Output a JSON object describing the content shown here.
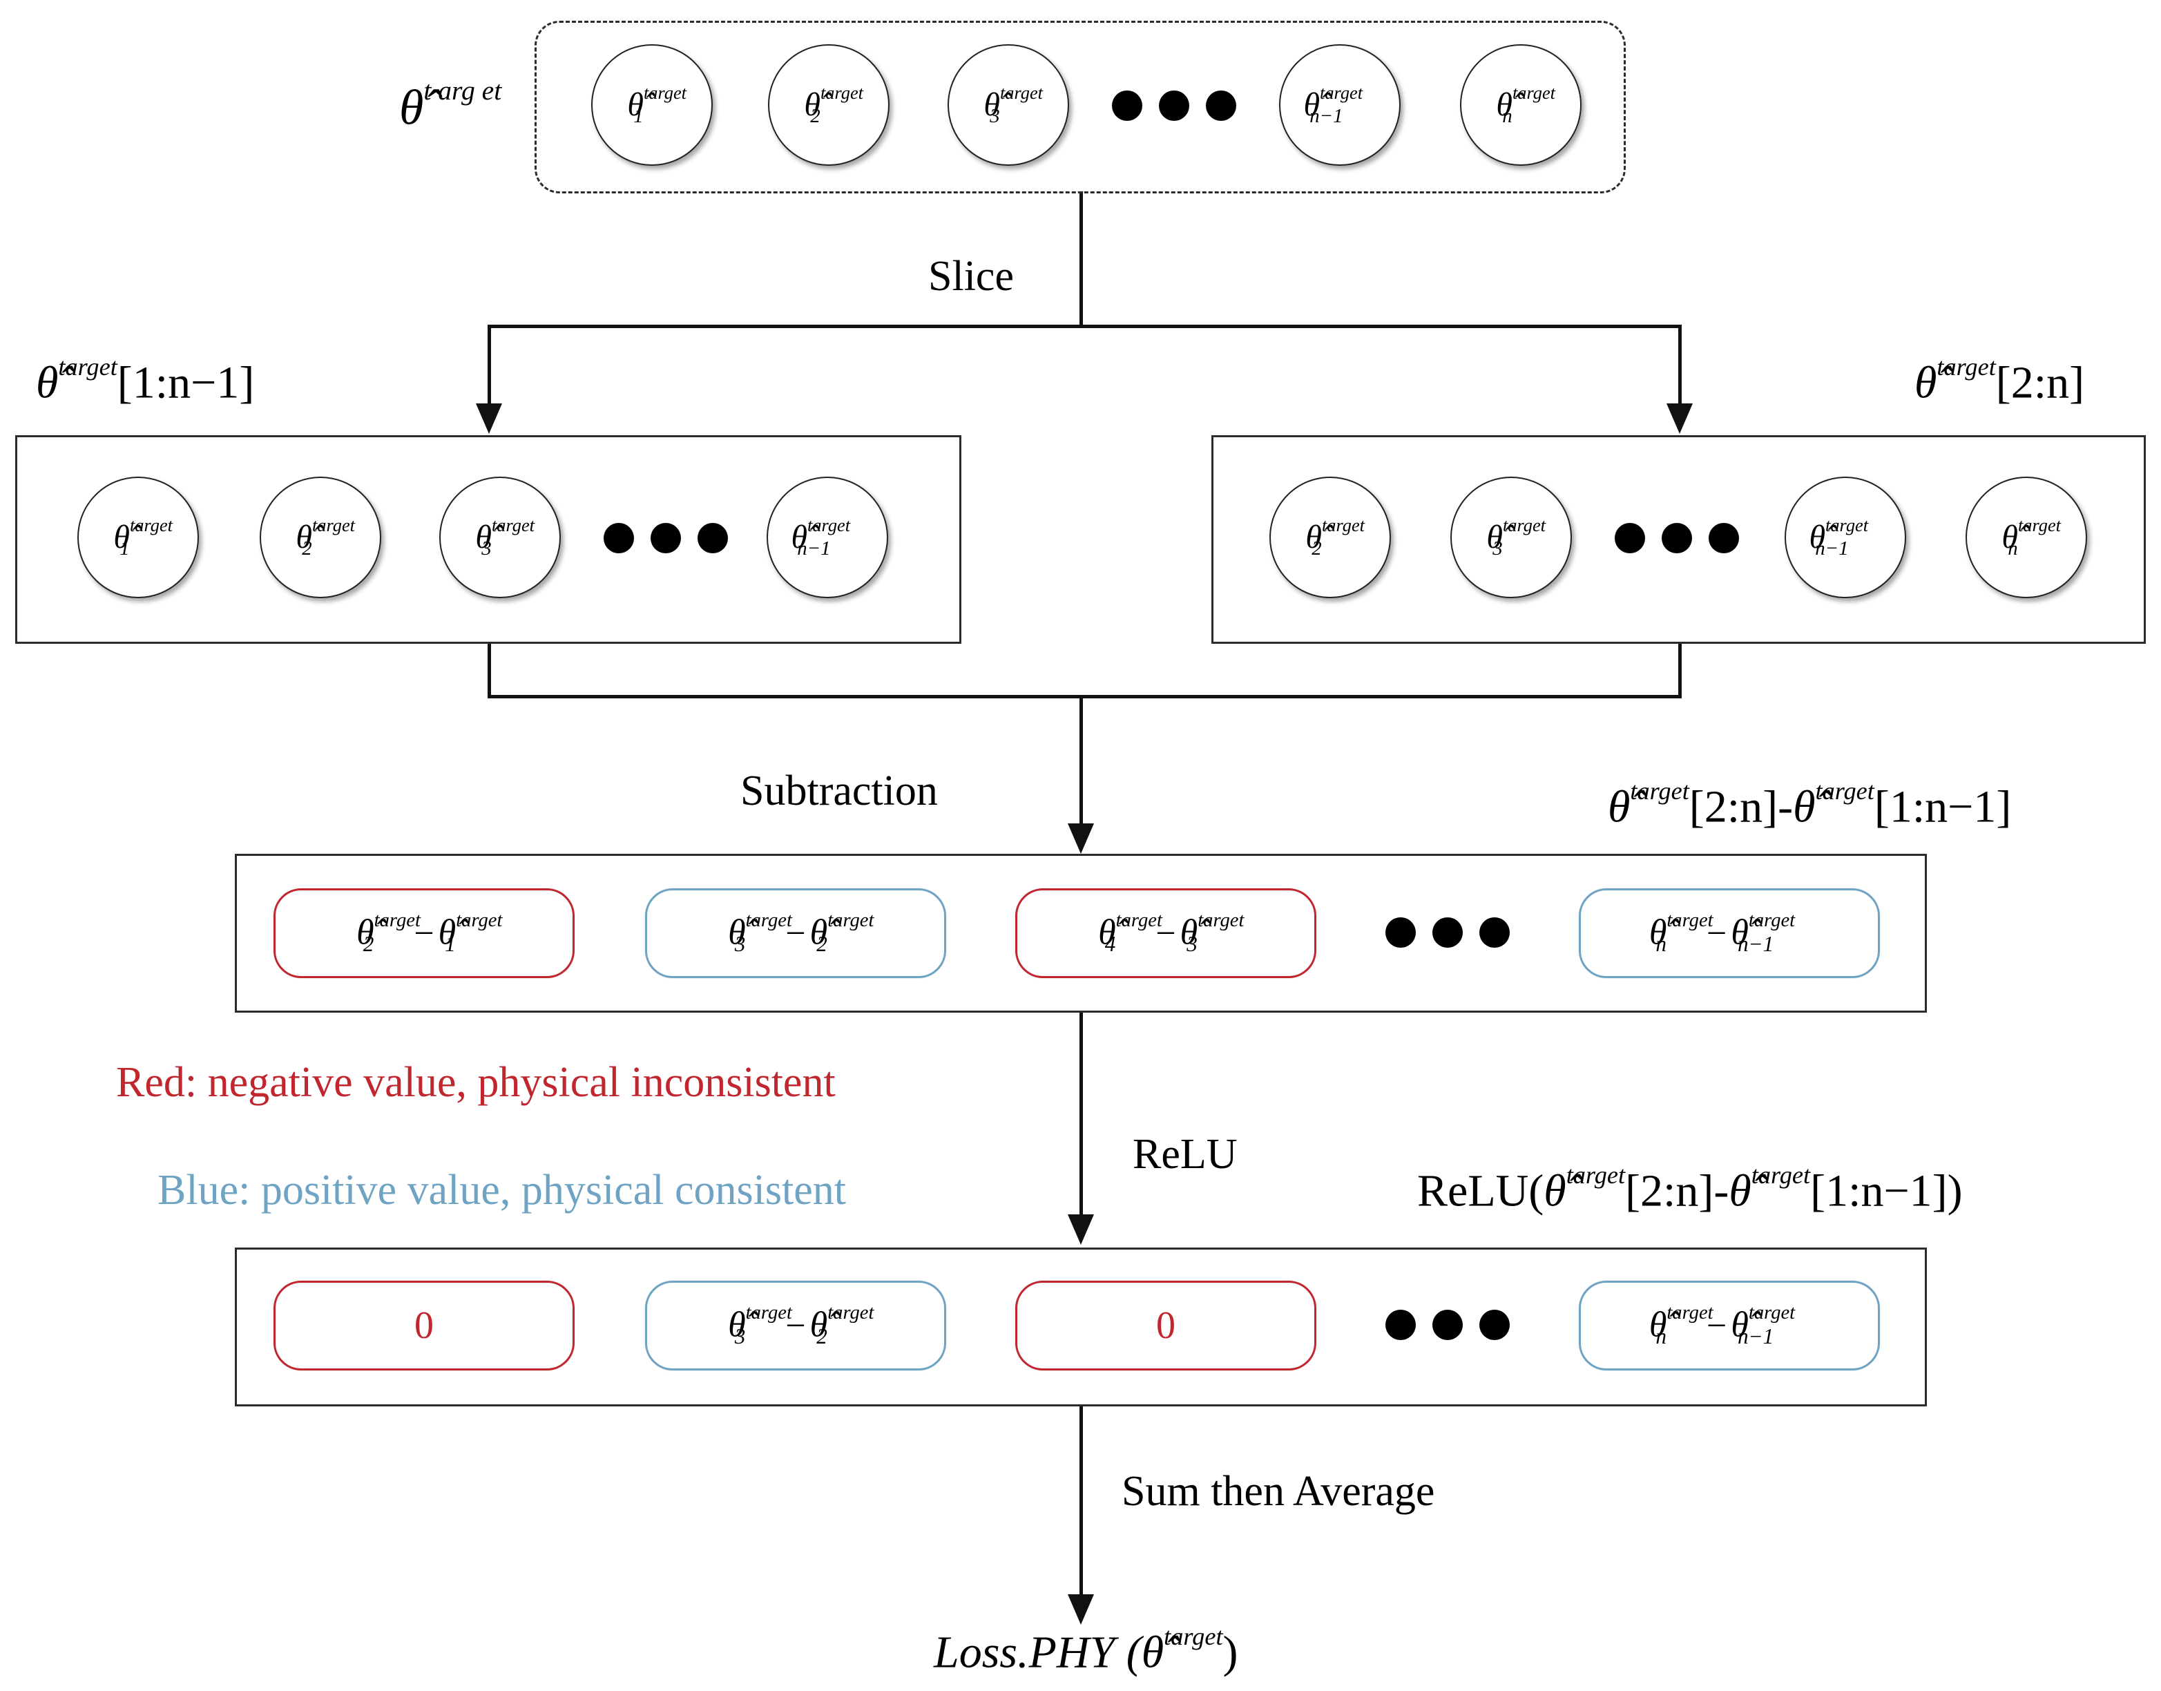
{
  "theta_hat": "θ̂",
  "sup_target": "target",
  "top_group_label_sup": "t arg et",
  "input_nodes": [
    {
      "sub": "1"
    },
    {
      "sub": "2"
    },
    {
      "sub": "3"
    },
    {
      "sub": "n−1"
    },
    {
      "sub": "n"
    }
  ],
  "left_slice": {
    "label_suffix": "[1:n−1]",
    "nodes": [
      {
        "sub": "1"
      },
      {
        "sub": "2"
      },
      {
        "sub": "3"
      },
      {
        "sub": "n−1"
      }
    ]
  },
  "right_slice": {
    "label_suffix": "[2:n]",
    "nodes": [
      {
        "sub": "2"
      },
      {
        "sub": "3"
      },
      {
        "sub": "n−1"
      },
      {
        "sub": "n"
      }
    ]
  },
  "steps": {
    "slice": "Slice",
    "subtraction": "Subtraction",
    "relu": "ReLU",
    "sum_average": "Sum then Average"
  },
  "subtraction_label": {
    "a_suffix": "[2:n]-",
    "b_suffix": "[1:n−1]"
  },
  "relu_label": {
    "prefix": "ReLU(",
    "a_suffix": "[2:n]-",
    "b_suffix": "[1:n−1])"
  },
  "diff_items": [
    {
      "a": "2",
      "b": "1",
      "kind": "red"
    },
    {
      "a": "3",
      "b": "2",
      "kind": "blue"
    },
    {
      "a": "4",
      "b": "3",
      "kind": "red"
    },
    {
      "a": "n",
      "b": "n−1",
      "kind": "blue"
    }
  ],
  "relu_items": [
    {
      "value": "0",
      "kind": "red"
    },
    {
      "a": "3",
      "b": "2",
      "kind": "blue"
    },
    {
      "value": "0",
      "kind": "red"
    },
    {
      "a": "n",
      "b": "n−1",
      "kind": "blue"
    }
  ],
  "legend": {
    "red": "Red: negative value, physical inconsistent",
    "blue": "Blue: positive value, physical consistent"
  },
  "output": {
    "prefix": "Loss.PHY (",
    "suffix": ")"
  },
  "colors": {
    "red": "#c0262d",
    "blue": "#6ea3c4",
    "line": "#111111"
  }
}
